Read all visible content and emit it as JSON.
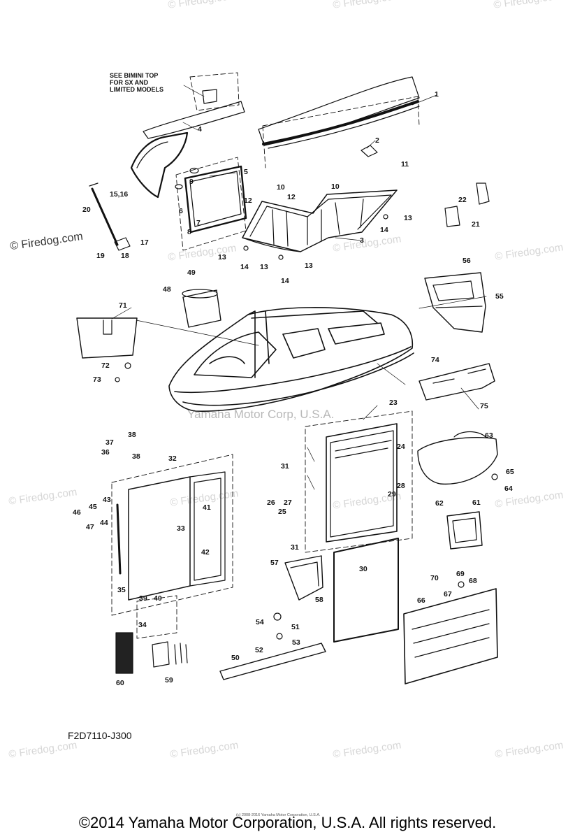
{
  "watermark": {
    "text": "© Firedog.com",
    "brand_text": "© Firedog.com",
    "center_text": "Yamaha Motor Corp, U.S.A."
  },
  "note": {
    "line1": "SEE BIMINI TOP",
    "line2": "FOR SX AND",
    "line3": "LIMITED MODELS"
  },
  "callouts": [
    "1",
    "2",
    "3",
    "4",
    "5",
    "6",
    "7",
    "8",
    "9",
    "10",
    "10",
    "11",
    "12",
    "12",
    "13",
    "13",
    "13",
    "13",
    "14",
    "14",
    "14",
    "15,16",
    "17",
    "18",
    "19",
    "20",
    "21",
    "22",
    "23",
    "24",
    "25",
    "26",
    "27",
    "28",
    "29",
    "30",
    "31",
    "31",
    "32",
    "33",
    "34",
    "35",
    "36",
    "37",
    "38",
    "38",
    "39",
    "40",
    "41",
    "42",
    "43",
    "44",
    "45",
    "46",
    "47",
    "48",
    "49",
    "50",
    "51",
    "52",
    "53",
    "54",
    "55",
    "56",
    "57",
    "58",
    "59",
    "60",
    "61",
    "62",
    "63",
    "64",
    "65",
    "66",
    "67",
    "68",
    "69",
    "70",
    "71",
    "72",
    "73",
    "74",
    "75"
  ],
  "diagram_code": "F2D7110-J300",
  "small_copyright": "(c) 2008-2016 Yamaha Motor Corporation, U.S.A.",
  "footer": "©2014 Yamaha Motor Corporation, U.S.A. All rights reserved.",
  "colors": {
    "ink": "#111111",
    "watermark": "#d6d6d6",
    "background": "#ffffff"
  }
}
